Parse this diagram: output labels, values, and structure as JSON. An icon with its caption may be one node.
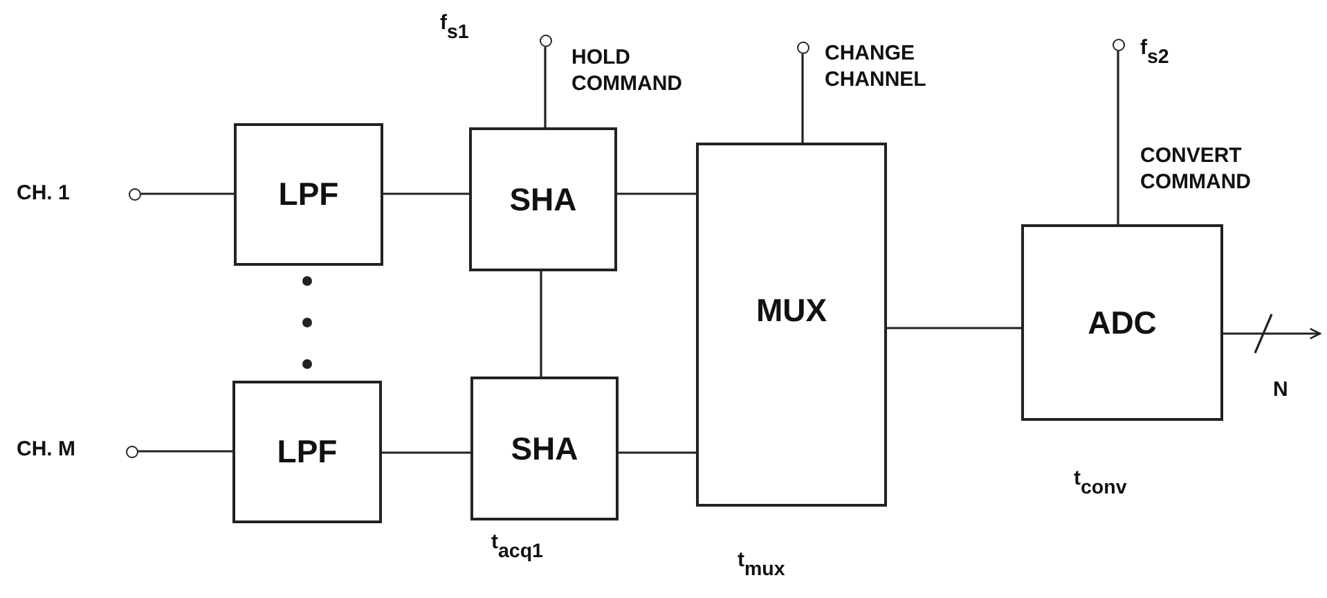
{
  "diagram": {
    "nodes": [
      {
        "text": [],
        "shape": "circle",
        "beside": [
          "f$_{s1}$",
          "HOLD COMMAND"
        ]
      },
      {
        "text": [],
        "shape": "circle",
        "beside": [
          "CHANGE CHANNEL"
        ]
      },
      {
        "text": [],
        "shape": "circle",
        "beside": [
          "f$_{s2}$"
        ]
      },
      {
        "text": [],
        "shape": "circle",
        "beside": [
          "CH. 1"
        ]
      },
      {
        "text": [
          "LPF"
        ]
      },
      {
        "text": [
          "SHA"
        ]
      },
      {
        "text": [
          "MUX"
        ],
        "beside": [
          "t$_{mux}$"
        ]
      },
      {
        "text": [
          "ADC"
        ],
        "beside": [
          "t$_{conv}$"
        ]
      },
      {
        "text": [],
        "shape": "circle",
        "beside": [
          "CH. M"
        ]
      },
      {
        "text": [
          "LPF"
        ]
      },
      {
        "text": [
          "SHA"
        ],
        "beside": [
          "t$_{acq1}$"
        ]
      }
    ],
    "edges": [
      {
        "from": 3,
        "to": 4,
        "arrow": "none"
      },
      {
        "from": 4,
        "to": 5,
        "arrow": "none"
      },
      {
        "from": 5,
        "to": 6,
        "arrow": "none"
      },
      {
        "from": 0,
        "to": 5,
        "arrow": "none"
      },
      {
        "from": 5,
        "to": 10,
        "arrow": "none"
      },
      {
        "from": 8,
        "to": 9,
        "arrow": "none"
      },
      {
        "from": 9,
        "to": 10,
        "arrow": "none"
      },
      {
        "from": 10,
        "to": 6,
        "arrow": "none"
      },
      {
        "from": 1,
        "to": 6,
        "arrow": "none"
      },
      {
        "from": 6,
        "to": 7,
        "arrow": "none"
      },
      {
        "from": 2,
        "to": 7,
        "arrow": "none"
      },
      {
        "from": 7,
        "to": null,
        "arrow": "to",
        "label": "N"
      }
    ],
    "labels": [
      "CONVERT COMMAND"
    ]
  }
}
